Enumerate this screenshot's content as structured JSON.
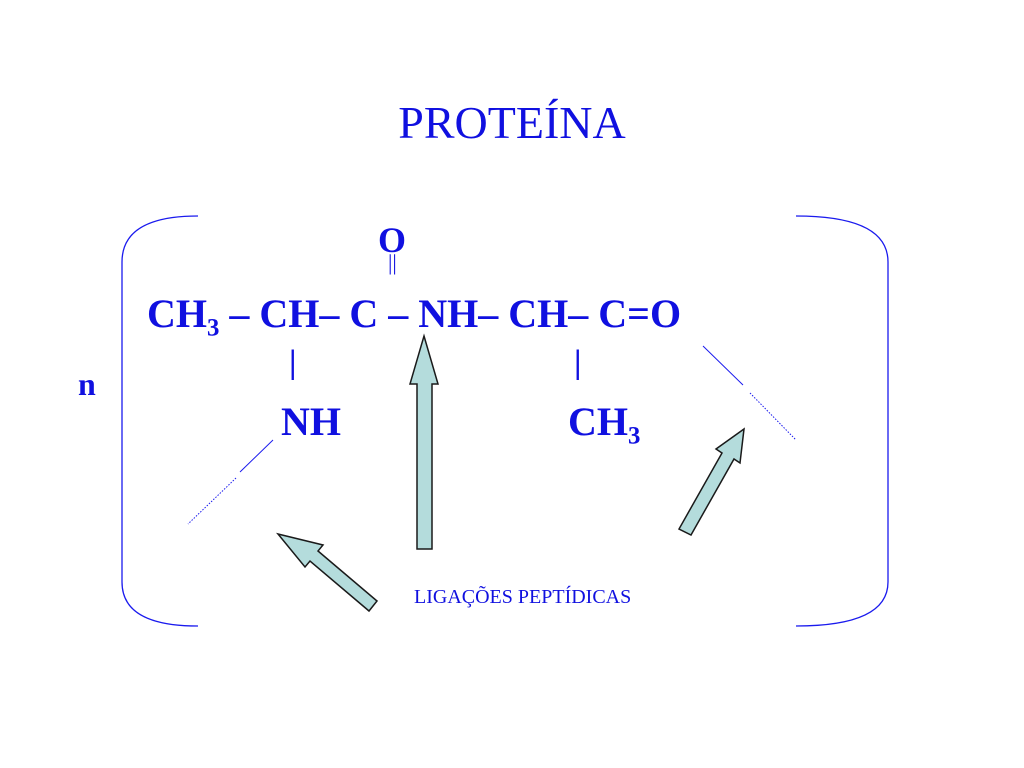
{
  "title": "PROTEÍNA",
  "multiplier": "n",
  "formula": {
    "top_oxygen": "O",
    "double_bond_mark": "||",
    "main_chain": "CH",
    "main_sub": "3",
    "main_rest": " – CH– C – NH– CH– C=O",
    "vertical_bond_left": "|",
    "vertical_bond_right": "|",
    "branch_left": "NH",
    "branch_right": "CH",
    "branch_right_sub": "3"
  },
  "caption": "LIGAÇÕES PEPTÍDICAS",
  "colors": {
    "text": "#1010e0",
    "bracket": "#1a1aee",
    "arrow_fill": "#b4dcdc",
    "arrow_stroke": "#1a1a1a"
  }
}
